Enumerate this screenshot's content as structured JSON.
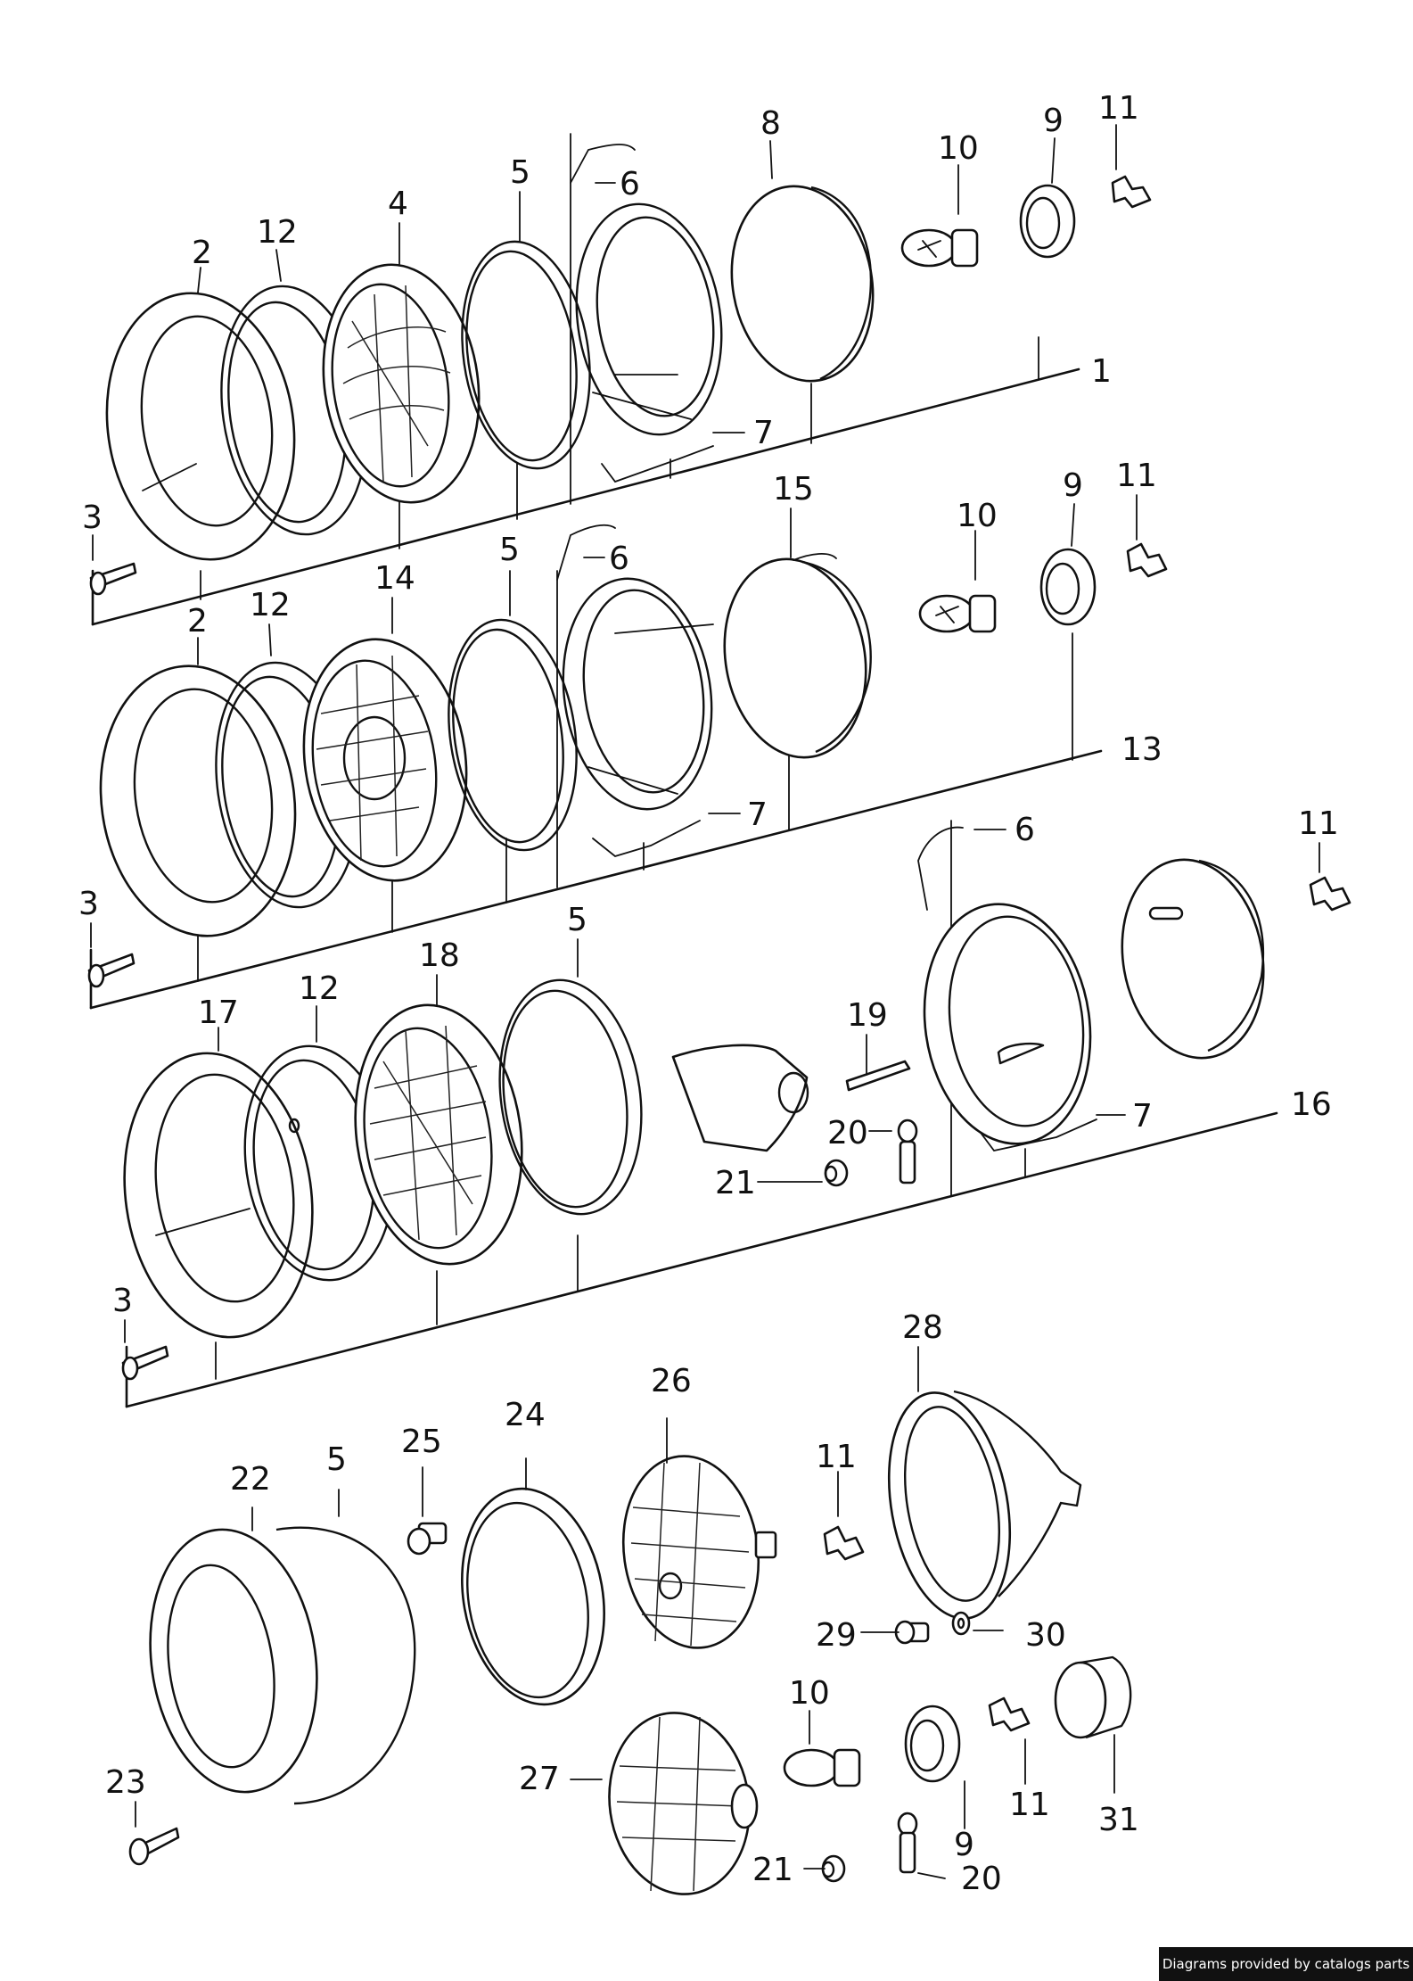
{
  "diagram": {
    "callouts": [
      "1",
      "2",
      "3",
      "4",
      "5",
      "6",
      "7",
      "8",
      "9",
      "10",
      "11",
      "12",
      "13",
      "14",
      "15",
      "16",
      "17",
      "18",
      "19",
      "20",
      "21",
      "22",
      "23",
      "24",
      "25",
      "26",
      "27",
      "28",
      "29",
      "30",
      "31"
    ]
  },
  "footer": {
    "credit": "Diagrams provided by catalogs parts"
  }
}
